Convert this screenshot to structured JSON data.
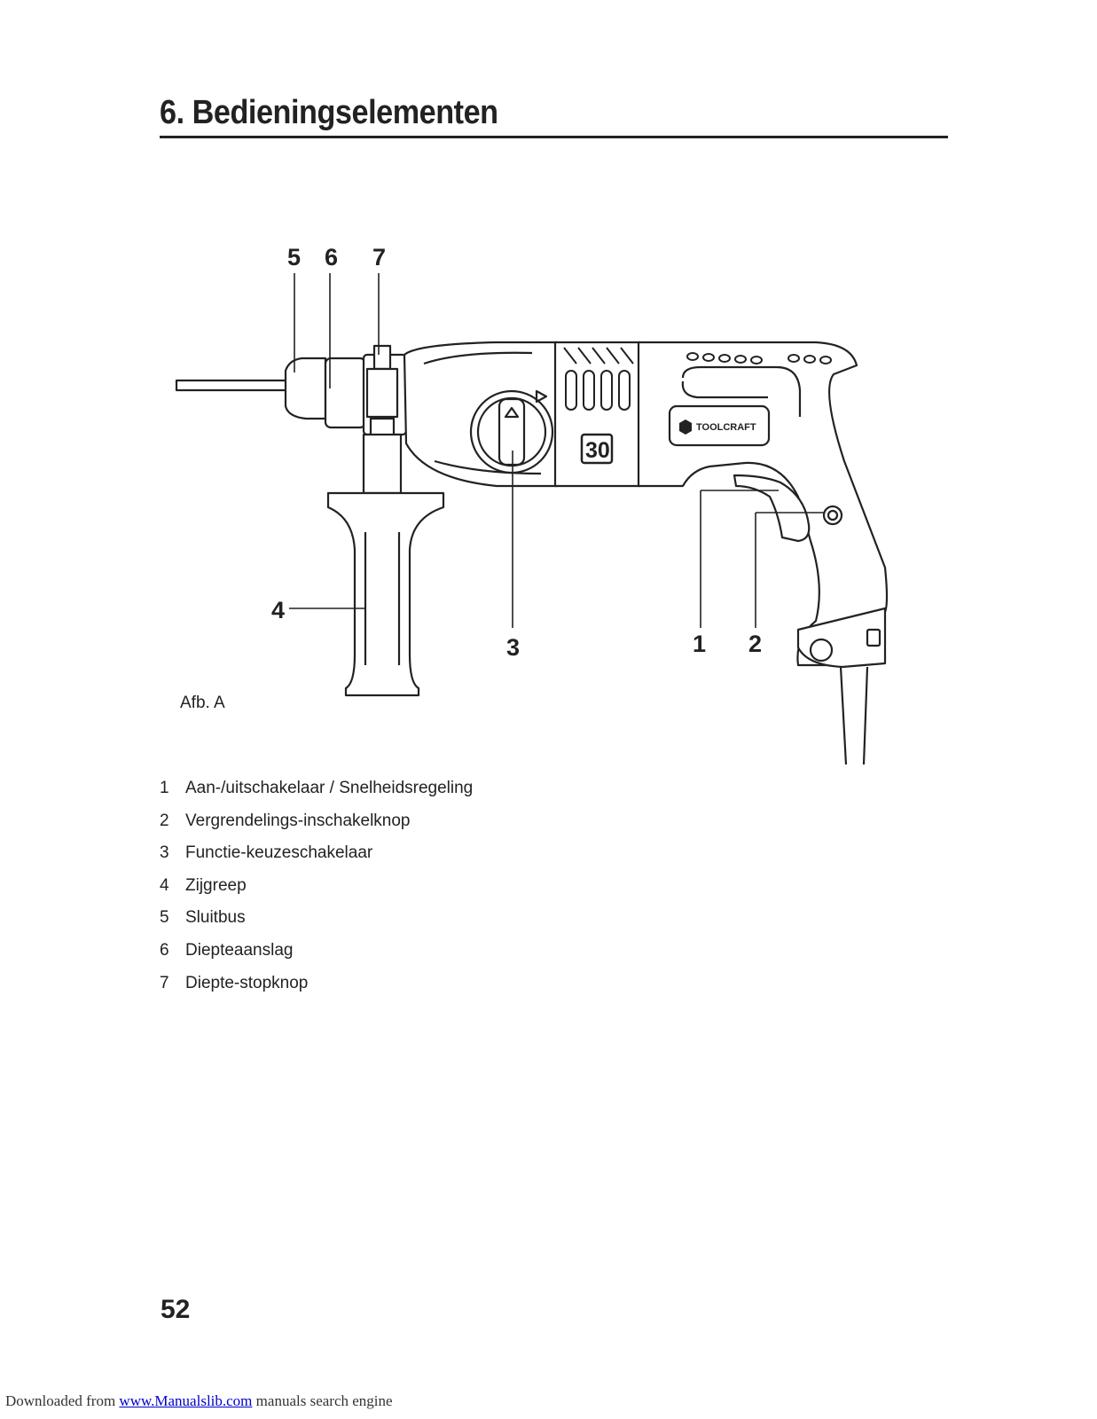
{
  "section": {
    "title": "6. Bedieningselementen"
  },
  "figure": {
    "caption": "Afb. A",
    "brand": "TOOLCRAFT",
    "badge": "30",
    "callouts": [
      "1",
      "2",
      "3",
      "4",
      "5",
      "6",
      "7"
    ]
  },
  "legend": [
    {
      "num": "1",
      "label": "Aan-/uitschakelaar / Snelheidsregeling"
    },
    {
      "num": "2",
      "label": "Vergrendelings-inschakelknop"
    },
    {
      "num": "3",
      "label": "Functie-keuzeschakelaar"
    },
    {
      "num": "4",
      "label": "Zijgreep"
    },
    {
      "num": "5",
      "label": "Sluitbus"
    },
    {
      "num": "6",
      "label": "Diepteaanslag"
    },
    {
      "num": "7",
      "label": "Diepte-stopknop"
    }
  ],
  "page_number": "52",
  "footer": {
    "prefix": "Downloaded from ",
    "link": "www.Manualslib.com",
    "suffix": " manuals search engine"
  }
}
